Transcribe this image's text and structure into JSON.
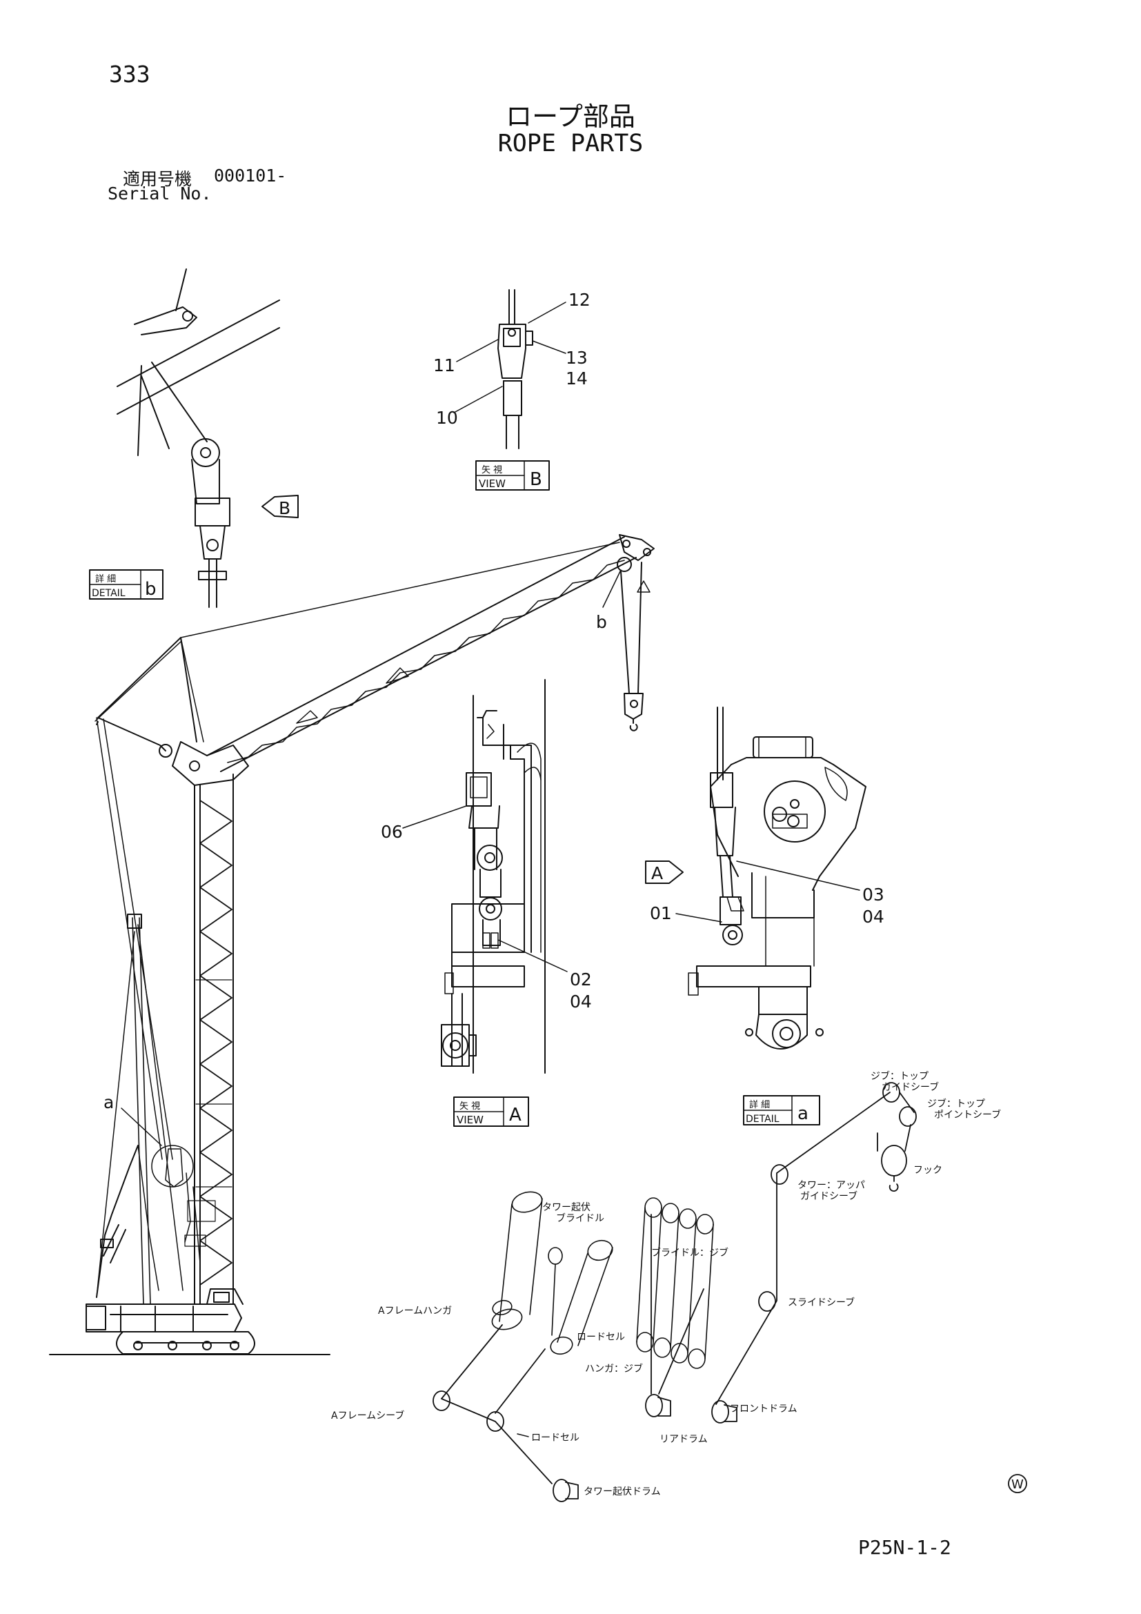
{
  "page_number": "333",
  "title_jp": "ロープ部品",
  "title_en": "ROPE PARTS",
  "serial_label_jp": "適用号機",
  "serial_value": "000101-",
  "serial_label_en": "Serial No.",
  "figure_code": "P25N-1-2",
  "mark_w": "W",
  "part_numbers": {
    "p01": "01",
    "p02": "02",
    "p03": "03",
    "p04": "04",
    "p04b": "04",
    "p06": "06",
    "p10": "10",
    "p11": "11",
    "p12": "12",
    "p13": "13",
    "p14": "14"
  },
  "callouts": {
    "a": "a",
    "b": "b",
    "arrowA": "A",
    "arrowB": "B"
  },
  "boxes": {
    "view_b": {
      "jp": "矢 視",
      "en": "VIEW",
      "letter": "B"
    },
    "detail_b": {
      "jp": "詳 細",
      "en": "DETAIL",
      "letter": "b"
    },
    "view_a": {
      "jp": "矢 視",
      "en": "VIEW",
      "letter": "A"
    },
    "detail_a": {
      "jp": "詳 細",
      "en": "DETAIL",
      "letter": "a"
    }
  },
  "rope_labels": {
    "jib_top_guide_1": "ジブ：トップ",
    "jib_top_guide_2": "ガイドシーブ",
    "jib_top_point_1": "ジブ：トップ",
    "jib_top_point_2": "ポイントシーブ",
    "hook": "フック",
    "tower_upper_guide_1": "タワー：アッパ",
    "tower_upper_guide_2": "ガイドシーブ",
    "tower_hoist_bridle_1": "タワー起伏",
    "tower_hoist_bridle_2": "ブライドル",
    "bridle_jib": "ブライドル：ジブ",
    "slide_sheave": "スライドシーブ",
    "a_frame_hanger": "Aフレームハンガ",
    "load_cell_1": "ロードセル",
    "hanger_jib": "ハンガ：ジブ",
    "front_drum": "フロントドラム",
    "a_frame_sheave": "Aフレームシーブ",
    "load_cell_2": "ロードセル",
    "rear_drum": "リアドラム",
    "tower_hoist_drum": "タワー起伏ドラム"
  }
}
